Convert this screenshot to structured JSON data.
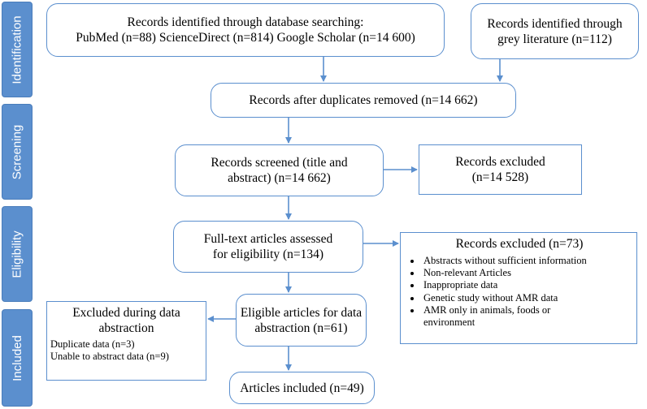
{
  "phases": {
    "identification": "Identification",
    "screening": "Screening",
    "eligibility": "Eligibility",
    "included": "Included"
  },
  "identified": {
    "line1": "Records identified through database searching:",
    "line2": "PubMed (n=88) ScienceDirect (n=814) Google Scholar (n=14 600)"
  },
  "grey": {
    "line1": "Records identified through",
    "line2": "grey literature (n=112)"
  },
  "duplicates": {
    "line1": "Records after duplicates removed (n=14 662)"
  },
  "screened": {
    "line1": "Records screened (title and",
    "line2": "abstract) (n=14 662)"
  },
  "excluded_screen": {
    "line1": "Records excluded",
    "line2": "(n=14 528)"
  },
  "fulltext": {
    "line1": "Full-text articles assessed",
    "line2": "for eligibility (n=134)"
  },
  "excluded_fulltext": {
    "title": "Records excluded (n=73)",
    "items": [
      "Abstracts without sufficient information",
      "Non-relevant Articles",
      "Inappropriate data",
      "Genetic study without AMR data",
      "AMR only in animals, foods or environment"
    ]
  },
  "eligible": {
    "line1": "Eligible articles for data",
    "line2": "abstraction (n=61)"
  },
  "excluded_abstraction": {
    "line1": "Excluded during data",
    "line2": "abstraction",
    "detail1": "Duplicate data (n=3)",
    "detail2": "Unable to abstract data (n=9)"
  },
  "included": {
    "line1": "Articles included (n=49)"
  },
  "colors": {
    "phase_fill": "#5b8fce",
    "box_border": "#5b8fce",
    "arrow": "#5b8fce"
  }
}
